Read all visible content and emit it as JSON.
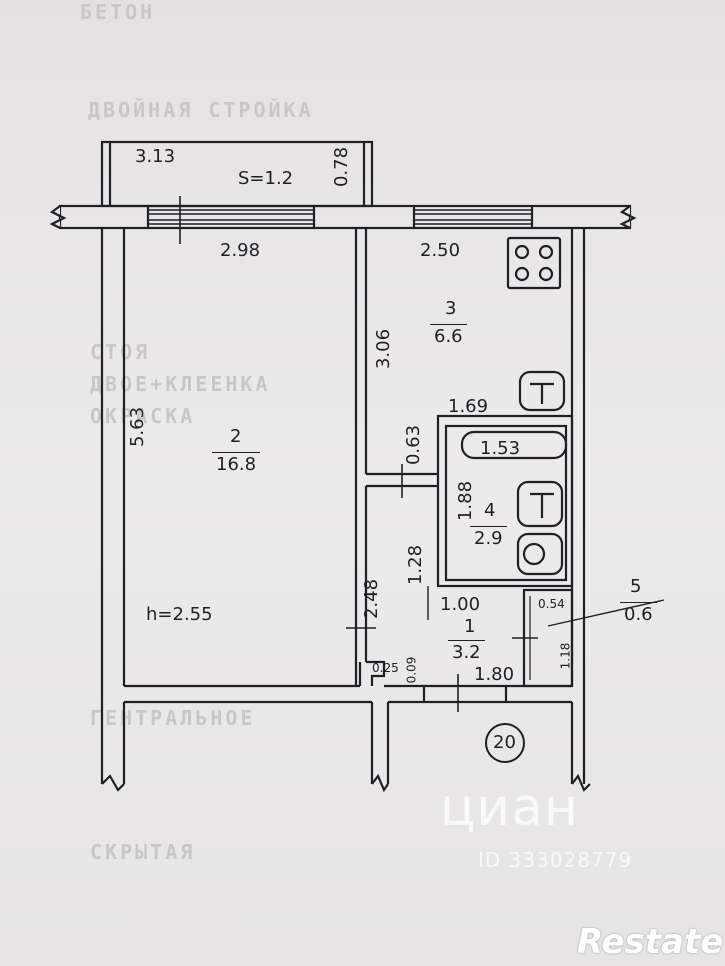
{
  "balcony": {
    "width": "3.13",
    "depth": "0.78",
    "area": "S=1.2"
  },
  "room2": {
    "number": "2",
    "area": "16.8",
    "width": "2.98",
    "length": "5.63",
    "height": "h=2.55"
  },
  "room3": {
    "number": "3",
    "area": "6.6",
    "width": "2.50",
    "length": "3.06"
  },
  "room4": {
    "number": "4",
    "area": "2.9",
    "width": "1.69",
    "length": "1.88",
    "tub": "1.53"
  },
  "room1": {
    "number": "1",
    "area": "3.2",
    "width": "1.80",
    "door": "1.00",
    "len_a": "2.48",
    "len_b": "1.28",
    "len_c": "0.63",
    "small_a": "0.25",
    "small_b": "0.09"
  },
  "room5": {
    "number": "5",
    "area": "0.6",
    "width": "0.54",
    "length": "1.18"
  },
  "stair_mark": "20",
  "watermarks": {
    "cian": "циан",
    "id": "ID 333028779",
    "restate": "Restate"
  },
  "background_text": [
    "ДВОЙНАЯ  СТРОЙКА",
    "БЕТОН",
    "СТОЯ",
    "ДВОЕ+КЛЕЕНКА",
    "ОКРАСКА",
    "ГЕНТРАЛЬНОЕ",
    "СКРЫТАЯ"
  ],
  "colors": {
    "ink": "#1f1f25",
    "paper": "#e9e6e6"
  }
}
